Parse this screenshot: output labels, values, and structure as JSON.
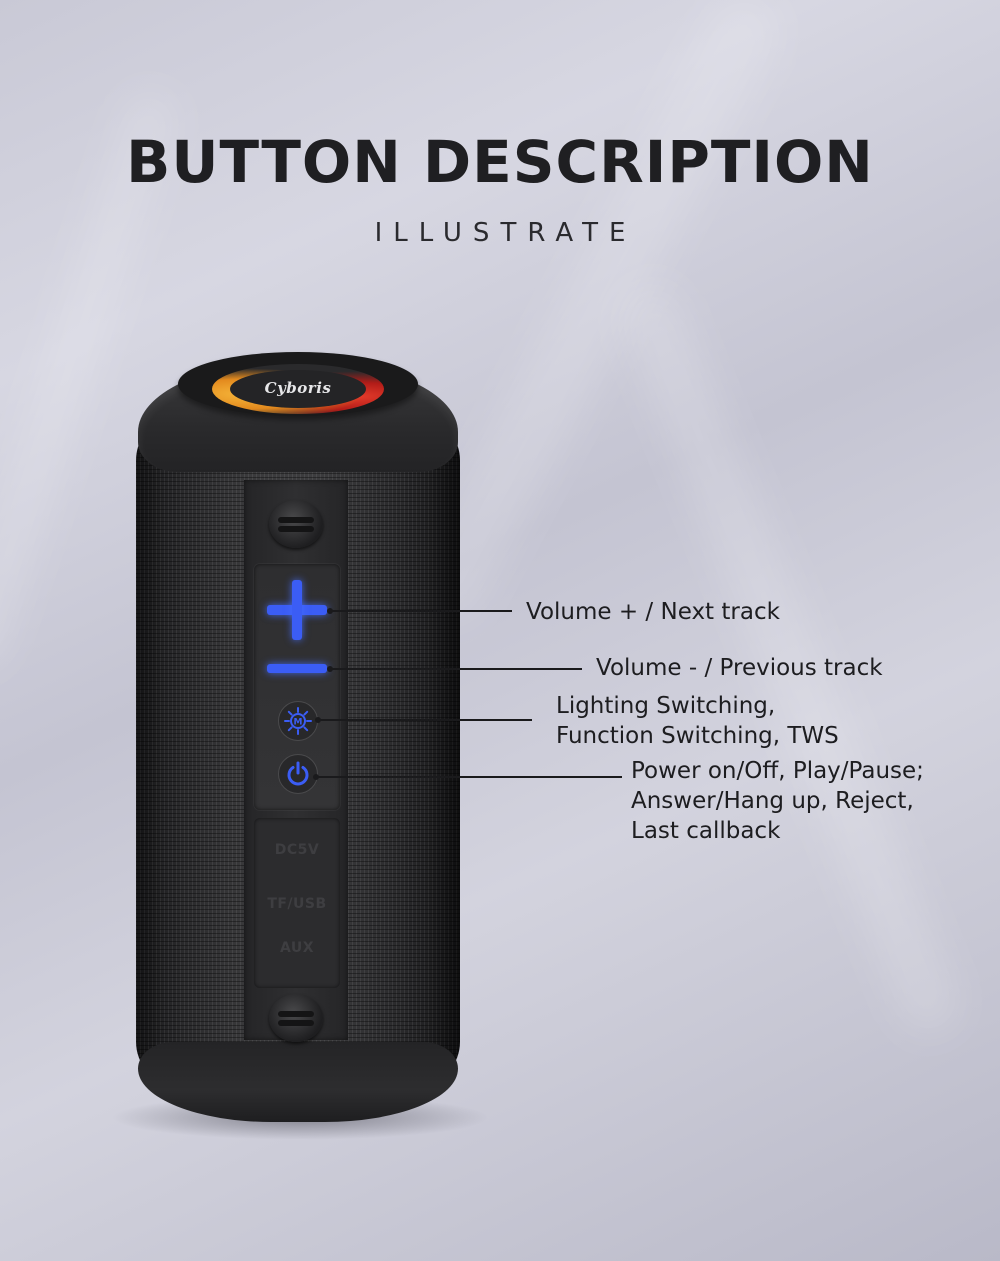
{
  "header": {
    "title": "BUTTON DESCRIPTION",
    "subtitle": "ILLUSTRATE"
  },
  "speaker": {
    "brand_logo": "Cyboris",
    "port_labels": [
      "DC5V",
      "TF/USB",
      "AUX"
    ],
    "button_color": "#3b5df5",
    "buttons": [
      {
        "icon": "plus-icon",
        "description": "Volume + / Next track"
      },
      {
        "icon": "minus-icon",
        "description": "Volume - / Previous track"
      },
      {
        "icon": "mode-icon",
        "description_lines": [
          "Lighting Switching,",
          "Function Switching, TWS"
        ]
      },
      {
        "icon": "power-icon",
        "description_lines": [
          "Power on/Off, Play/Pause;",
          "Answer/Hang up, Reject,",
          "Last callback"
        ]
      }
    ]
  }
}
